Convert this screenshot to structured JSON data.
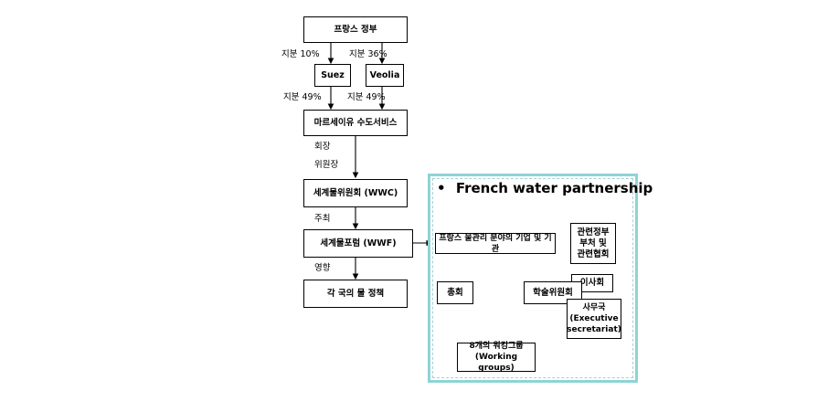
{
  "left_chain": {
    "france_gov": "프랑스 정부",
    "suez": "Suez",
    "veolia": "Veolia",
    "stake_suez": "지분 10%",
    "stake_veolia": "지분 36%",
    "stake_left": "지분 49%",
    "stake_right": "지분 49%",
    "marseille": "마르세이유 수도서비스",
    "role_chair": "회장",
    "role_president": "위원장",
    "wwc": "세계물위원회 (WWC)",
    "host": "주최",
    "wwf": "세계물포럼 (WWF)",
    "influence": "영향",
    "policy": "각 국의 물 정책"
  },
  "partnership": {
    "title": "French water partnership",
    "bullet": "•",
    "companies": "프랑스 물관리 분야의 기업 및 기관",
    "gov_assoc_line1": "관련정부",
    "gov_assoc_line2": "부처 및",
    "gov_assoc_line3": "관련협회",
    "board": "이사회",
    "general_assembly": "총회",
    "academic_committee": "학술위원회",
    "secretariat_line1": "사무국",
    "secretariat_line2": "(Executive",
    "secretariat_line3": "secretariat)",
    "working_groups_line1": "8개의 워킹그룹",
    "working_groups_line2": "(Working groups)"
  },
  "colors": {
    "panel_border": "#8fd4d6",
    "line": "#000000"
  }
}
